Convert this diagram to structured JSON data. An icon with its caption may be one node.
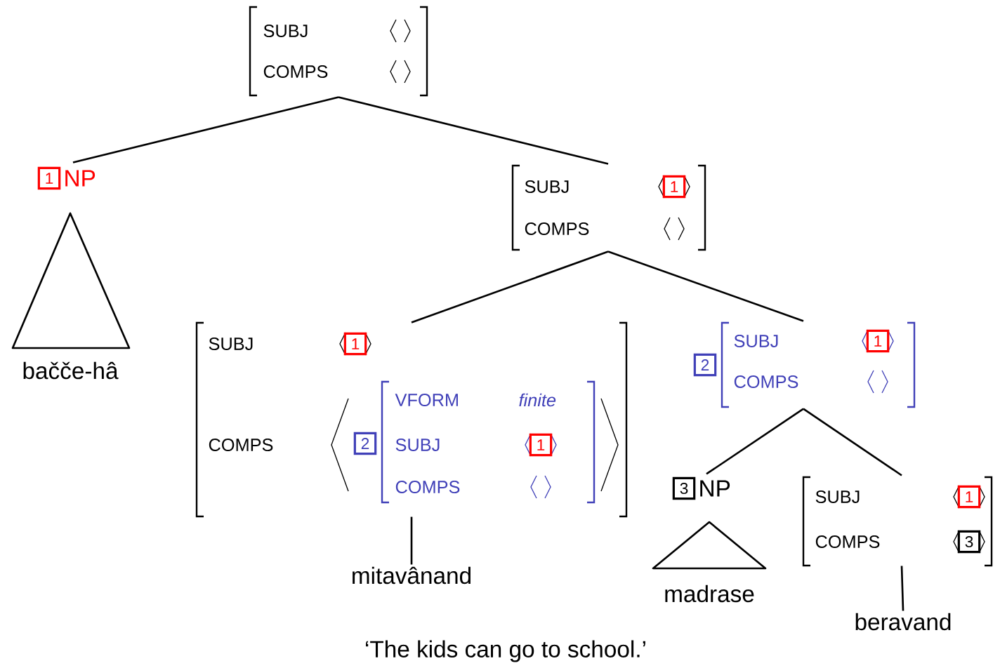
{
  "diagram": {
    "caption": "‘The kids can go to school.’",
    "nodes": [
      {
        "text": [
          "SUBJ",
          "COMPS"
        ]
      },
      {
        "text": [
          "1",
          "NP"
        ]
      },
      {
        "text": [],
        "shape": "triangle",
        "beside": [
          "bačče-hâ"
        ]
      },
      {
        "text": [
          "SUBJ",
          "1",
          "COMPS"
        ]
      },
      {
        "text": [
          "SUBJ",
          "1",
          "COMPS"
        ]
      },
      {
        "text": [
          "2",
          "VFORM",
          "finite",
          "SUBJ",
          "1",
          "COMPS"
        ],
        "in": 4
      },
      {
        "text": [
          "mitavânand"
        ]
      },
      {
        "text": [
          "2",
          "SUBJ",
          "1",
          "COMPS"
        ]
      },
      {
        "text": [
          "3",
          "NP"
        ]
      },
      {
        "text": [],
        "shape": "triangle",
        "beside": [
          "madrase"
        ]
      },
      {
        "text": [
          "SUBJ",
          "1",
          "COMPS",
          "3"
        ]
      },
      {
        "text": [
          "beravand"
        ]
      }
    ],
    "edges": [
      {
        "from": 0,
        "to": 1,
        "arrow": "none"
      },
      {
        "from": 0,
        "to": 3,
        "arrow": "none"
      },
      {
        "from": 3,
        "to": 4,
        "arrow": "none"
      },
      {
        "from": 3,
        "to": 7,
        "arrow": "none"
      },
      {
        "from": 4,
        "to": 6,
        "arrow": "none"
      },
      {
        "from": 7,
        "to": 8,
        "arrow": "none"
      },
      {
        "from": 7,
        "to": 10,
        "arrow": "none"
      },
      {
        "from": 10,
        "to": 11,
        "arrow": "none"
      }
    ]
  }
}
